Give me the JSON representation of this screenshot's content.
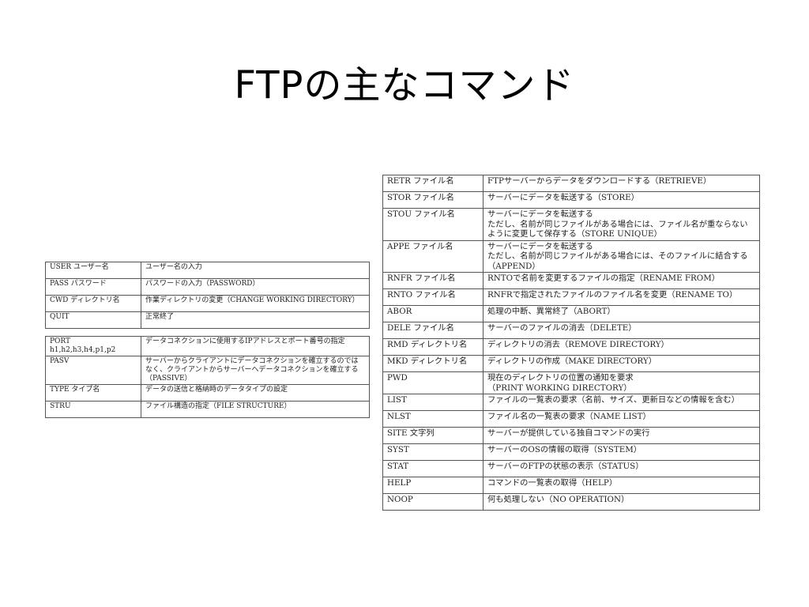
{
  "title": "FTPの主なコマンド",
  "table_small_top": [
    {
      "cmd": "USER ユーザー名",
      "desc": "ユーザー名の入力"
    },
    {
      "cmd": "PASS パスワード",
      "desc": "パスワードの入力（PASSWORD）"
    },
    {
      "cmd": "CWD ディレクトリ名",
      "desc": "作業ディレクトリの変更（CHANGE WORKING DIRECTORY）"
    },
    {
      "cmd": "QUIT",
      "desc": "正常終了"
    }
  ],
  "table_small_bottom": [
    {
      "cmd": "PORT h1,h2,h3,h4,p1,p2",
      "desc": "データコネクションに使用するIPアドレスとポート番号の指定"
    },
    {
      "cmd": "PASV",
      "desc": "サーバーからクライアントにデータコネクションを確立するのではなく、クライアントからサーバーへデータコネクションを確立する（PASSIVE）"
    },
    {
      "cmd": "TYPE タイプ名",
      "desc": "データの送信と格納時のデータタイプの設定"
    },
    {
      "cmd": "STRU",
      "desc": "ファイル構造の指定（FILE STRUCTURE）"
    }
  ],
  "table_large": [
    {
      "cmd": "RETR ファイル名",
      "desc": "FTPサーバーからデータをダウンロードする（RETRIEVE）"
    },
    {
      "cmd": "STOR ファイル名",
      "desc": "サーバーにデータを転送する（STORE）"
    },
    {
      "cmd": "STOU ファイル名",
      "desc": "サーバーにデータを転送する\nただし、名前が同じファイルがある場合には、ファイル名が重ならないように変更して保存する（STORE UNIQUE）"
    },
    {
      "cmd": "APPE ファイル名",
      "desc": "サーバーにデータを転送する\nただし、名前が同じファイルがある場合には、そのファイルに結合する（APPEND）"
    },
    {
      "cmd": "RNFR ファイル名",
      "desc": "RNTOで名前を変更するファイルの指定（RENAME FROM）"
    },
    {
      "cmd": "RNTO ファイル名",
      "desc": "RNFRで指定されたファイルのファイル名を変更（RENAME TO）"
    },
    {
      "cmd": "ABOR",
      "desc": "処理の中断、異常終了（ABORT）"
    },
    {
      "cmd": "DELE ファイル名",
      "desc": "サーバーのファイルの消去（DELETE）"
    },
    {
      "cmd": "RMD ディレクトリ名",
      "desc": "ディレクトリの消去（REMOVE DIRECTORY）"
    },
    {
      "cmd": "MKD ディレクトリ名",
      "desc": "ディレクトリの作成（MAKE DIRECTORY）"
    },
    {
      "cmd": "PWD",
      "desc": "現在のディレクトリの位置の通知を要求\n（PRINT WORKING DIRECTORY）"
    },
    {
      "cmd": "LIST",
      "desc": "ファイルの一覧表の要求（名前、サイズ、更新日などの情報を含む）"
    },
    {
      "cmd": "NLST",
      "desc": "ファイル名の一覧表の要求（NAME LIST）"
    },
    {
      "cmd": "SITE 文字列",
      "desc": "サーバーが提供している独自コマンドの実行"
    },
    {
      "cmd": "SYST",
      "desc": "サーバーのOSの情報の取得（SYSTEM）"
    },
    {
      "cmd": "STAT",
      "desc": "サーバーのFTPの状態の表示（STATUS）"
    },
    {
      "cmd": "HELP",
      "desc": "コマンドの一覧表の取得（HELP）"
    },
    {
      "cmd": "NOOP",
      "desc": "何も処理しない（NO OPERATION）"
    }
  ]
}
